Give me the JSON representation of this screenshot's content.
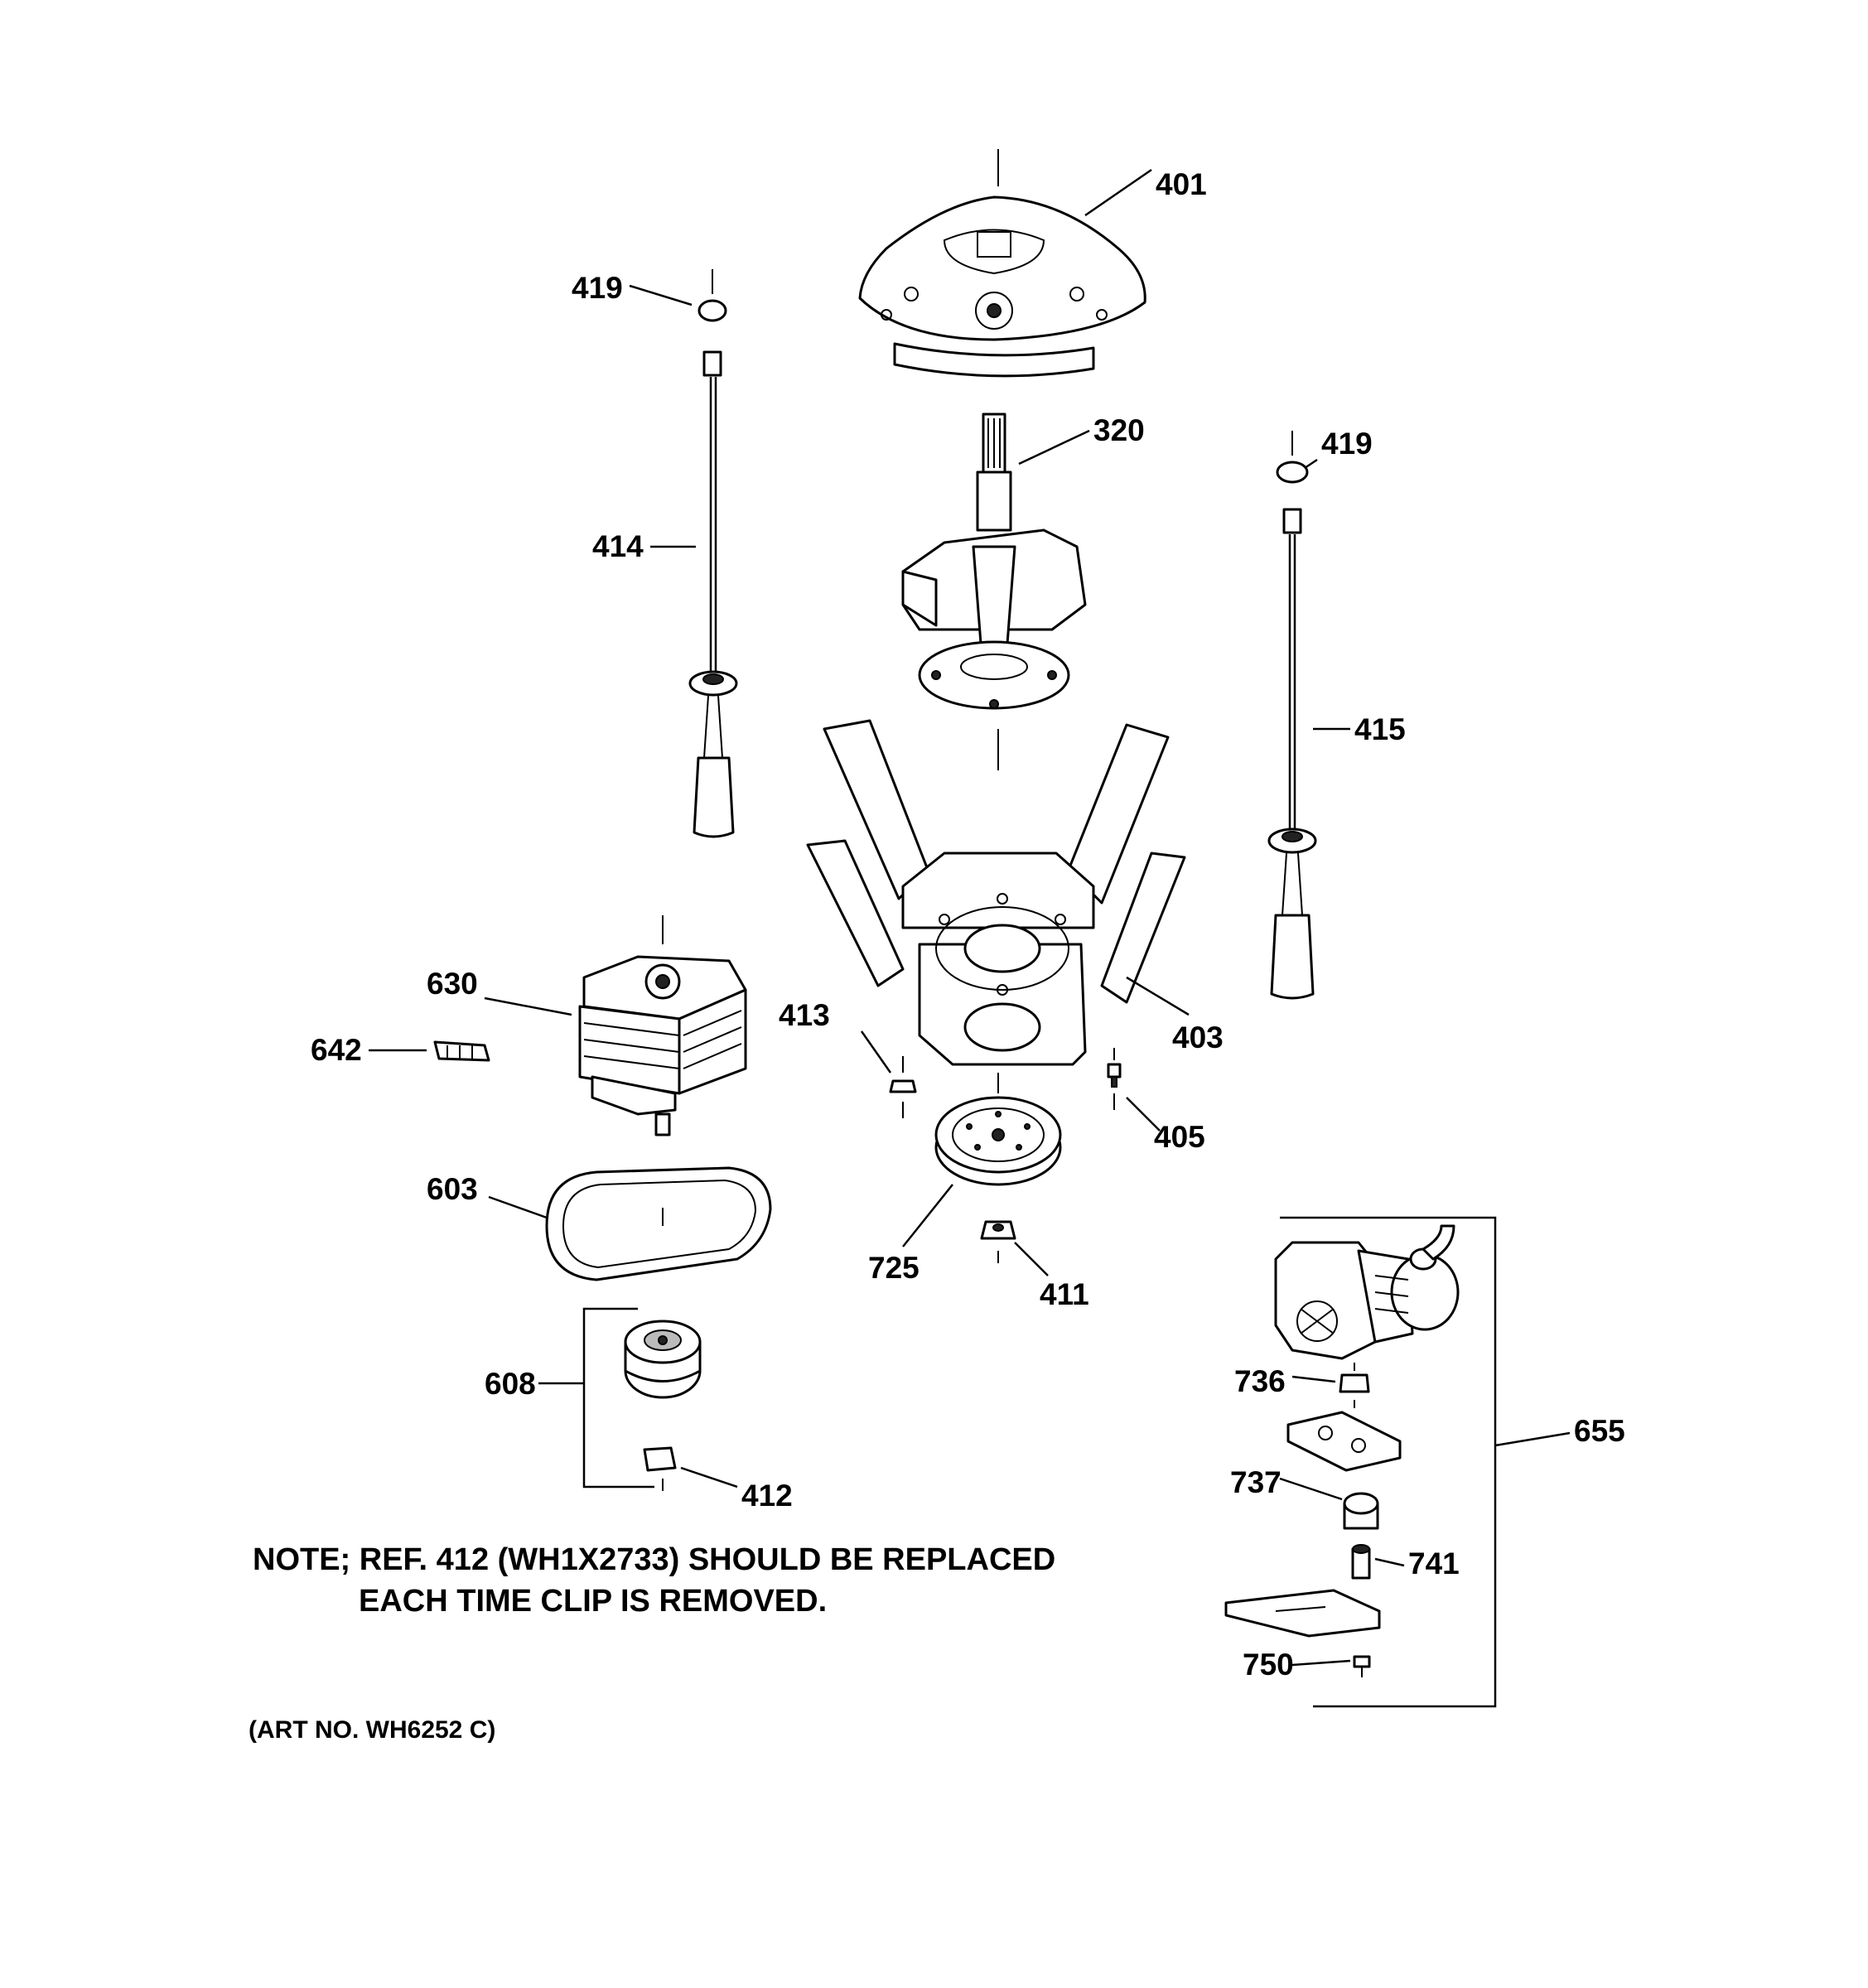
{
  "callouts": {
    "c401": "401",
    "c419a": "419",
    "c419b": "419",
    "c320": "320",
    "c414": "414",
    "c415": "415",
    "c403": "403",
    "c413": "413",
    "c405": "405",
    "c725": "725",
    "c411": "411",
    "c630": "630",
    "c642": "642",
    "c603": "603",
    "c608": "608",
    "c412": "412",
    "c655": "655",
    "c736": "736",
    "c737": "737",
    "c741": "741",
    "c750": "750"
  },
  "note": {
    "line1": "NOTE; REF. 412 (WH1X2733) SHOULD BE REPLACED",
    "line2": "EACH TIME CLIP IS REMOVED."
  },
  "art_number": "(ART NO. WH6252 C)"
}
